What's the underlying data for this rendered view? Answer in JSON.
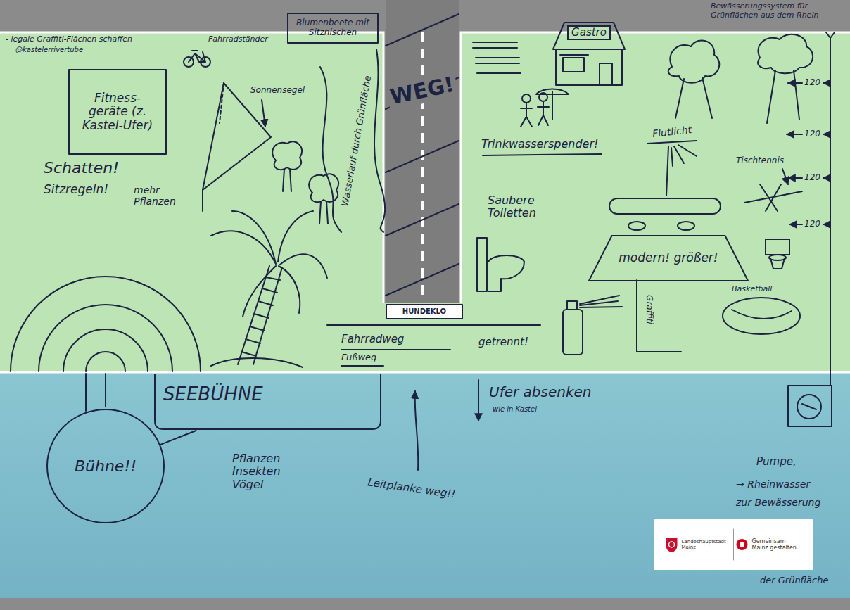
{
  "diagram": {
    "nodes": [
      {
        "text": [
          "Blumenbeete mit Sitznischen"
        ]
      },
      {
        "text": [
          "WEG!"
        ]
      },
      {
        "text": [
          "Gastro"
        ]
      },
      {
        "text": [
          "Fitness-geräte (z. Kastel-Ufer)"
        ]
      },
      {
        "text": [
          "modern! größer!"
        ]
      },
      {
        "text": [
          "HUNDEKLO"
        ]
      },
      {
        "text": [
          "SEEBÜHNE"
        ]
      },
      {
        "text": [
          "Bühne!!"
        ]
      },
      {
        "text": [
          "Landeshauptstadt Mainz",
          "Gemeinsam Mainz gestalten."
        ]
      }
    ],
    "edges": [
      {
        "from": 7,
        "to": 6,
        "arrow": "none"
      }
    ],
    "labels": [
      "- legale Graffiti-Flächen schaffen",
      "@kastelerrivertube",
      "Fahrradständer",
      "Sonnensegel",
      "Wasserlauf durch Grünfläche",
      "Schatten!",
      "Sitzregeln!",
      "mehr Pflanzen",
      "Bewässerungssystem für Grünflächen aus dem Rhein",
      "Trinkwasserspender!",
      "Flutlicht",
      "120",
      "Tischtennis",
      "120",
      "120",
      "120",
      "Saubere Toiletten",
      "Basketball",
      "Graffiti",
      "Fahrradweg",
      "getrennt!",
      "Fußweg",
      "Ufer absenken",
      "wie in Kastel",
      "Pflanzen Insekten Vögel",
      "Leitplanke weg!!",
      "Pumpe,",
      "→ Rheinwasser",
      "zur Bewässerung",
      "der Grünfläche"
    ]
  }
}
